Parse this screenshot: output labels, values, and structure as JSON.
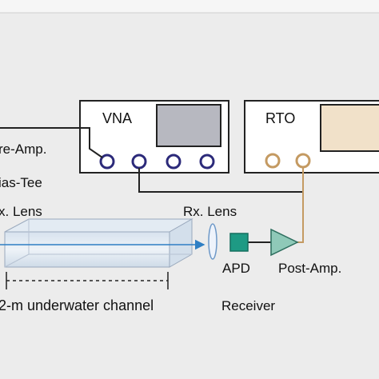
{
  "instruments": {
    "vna_label": "VNA",
    "rto_label": "RTO"
  },
  "labels": {
    "pre_amp": "re-Amp.",
    "bias_tee": "ias-Tee",
    "tx_lens": "x. Lens",
    "rx_lens": "Rx. Lens",
    "apd": "APD",
    "post_amp": "Post-Amp.",
    "channel": "2-m underwater channel",
    "receiver": "Receiver"
  },
  "colors": {
    "background": "#ececec",
    "vna_port": "#2c2a7a",
    "rto_port": "#c49a62",
    "rto_cable": "#c49a62",
    "screen_vna": "#b7b8c0",
    "screen_rto": "#f1e1c9",
    "apd_fill": "#1e9a84",
    "amp_fill": "#8fc9b8",
    "beam": "#2f7fc4",
    "lens": "#6e99c8"
  }
}
